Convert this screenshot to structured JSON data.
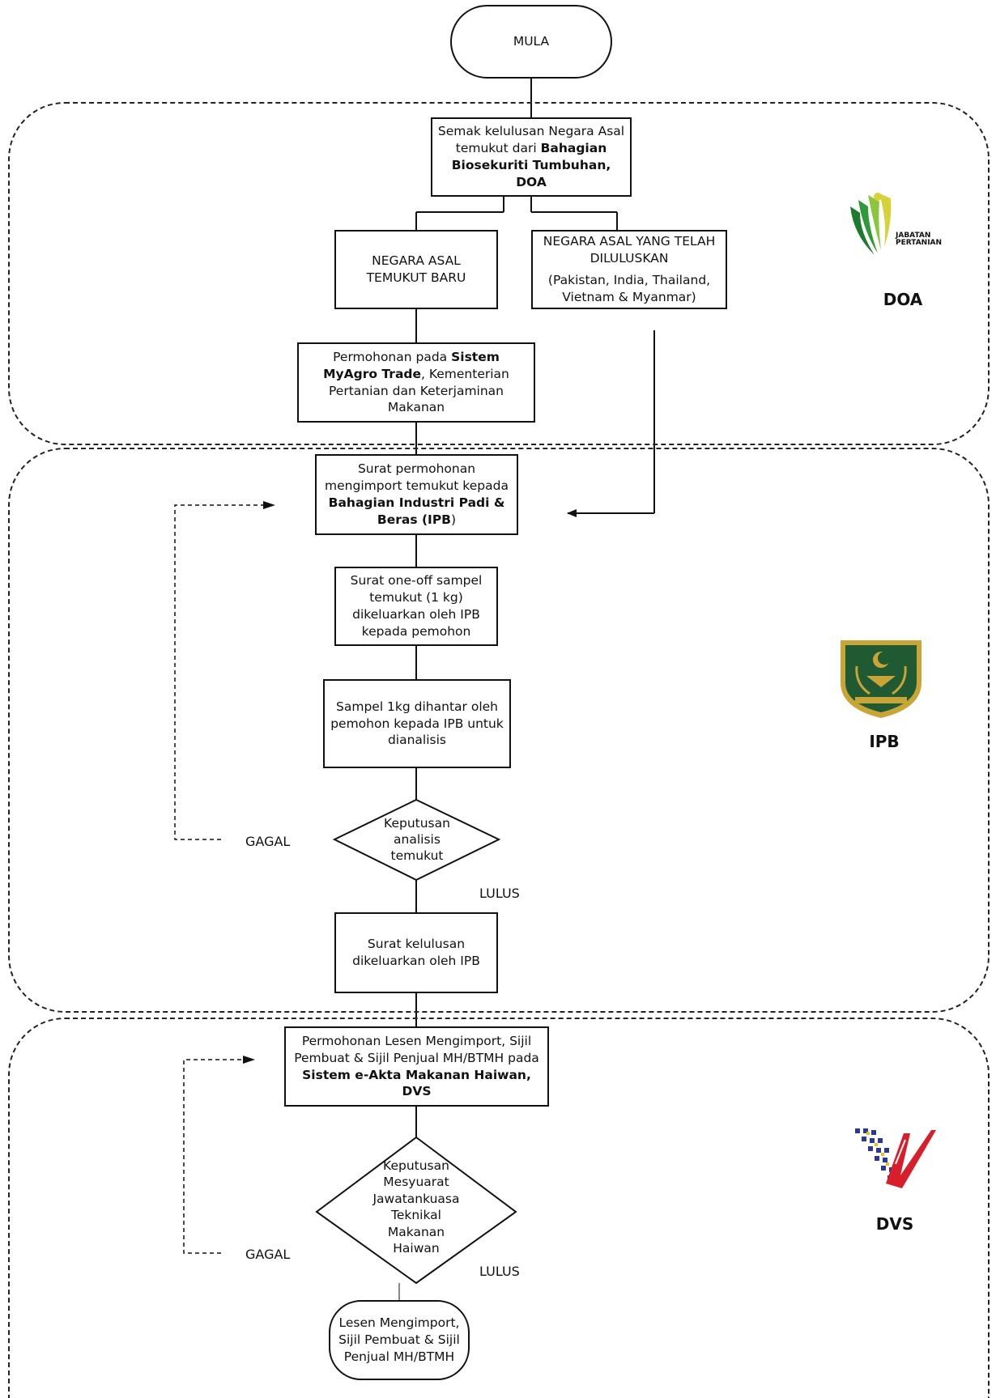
{
  "flowchart": {
    "start": "MULA",
    "check_origin": {
      "pre": "Semak kelulusan Negara Asal temukut dari ",
      "bold": "Bahagian Biosekuriti Tumbuhan, DOA"
    },
    "new_origin": "NEGARA ASAL TEMUKUT BARU",
    "approved_origin": {
      "title": "NEGARA ASAL YANG TELAH DILULUSKAN",
      "countries": "(Pakistan, India, Thailand, Vietnam & Myanmar)"
    },
    "myagro": {
      "pre": "Permohonan pada ",
      "bold": "Sistem MyAgro Trade",
      "post": ", Kementerian Pertanian dan Keterjaminan Makanan"
    },
    "ipb_letter": {
      "pre": "Surat permohonan mengimport temukut kepada ",
      "bold": "Bahagian Industri Padi & Beras (IPB",
      "post": ")"
    },
    "sample_letter": "Surat one-off sampel temukut (1 kg) dikeluarkan oleh IPB kepada pemohon",
    "sample_sent": "Sampel 1kg dihantar oleh pemohon kepada IPB untuk dianalisis",
    "analysis_decision": "Keputusan analisis temukut",
    "fail_label_1": "GAGAL",
    "pass_label_1": "LULUS",
    "approval_letter": "Surat kelulusan dikeluarkan oleh IPB",
    "license_application": {
      "pre": "Permohonan Lesen Mengimport, Sijil Pembuat & Sijil Penjual MH/BTMH pada ",
      "bold": "Sistem e-Akta Makanan Haiwan, DVS"
    },
    "committee_decision": "Keputusan Mesyuarat Jawatankuasa Teknikal Makanan Haiwan",
    "fail_label_2": "GAGAL",
    "pass_label_2": "LULUS",
    "end": "Lesen Mengimport, Sijil Pembuat & Sijil Penjual MH/BTMH"
  },
  "agencies": {
    "doa": {
      "label": "DOA",
      "logo_text_1": "JABATAN",
      "logo_text_2": "PERTANIAN"
    },
    "ipb": {
      "label": "IPB"
    },
    "dvs": {
      "label": "DVS"
    }
  },
  "colors": {
    "doa_green_dark": "#1e7a2e",
    "doa_green_light": "#8cc63f",
    "doa_yellow": "#d8d23a",
    "ipb_green": "#1f5a32",
    "ipb_gold": "#c9a437",
    "dvs_red": "#d81e2a",
    "dvs_blue": "#2b3a8f"
  }
}
